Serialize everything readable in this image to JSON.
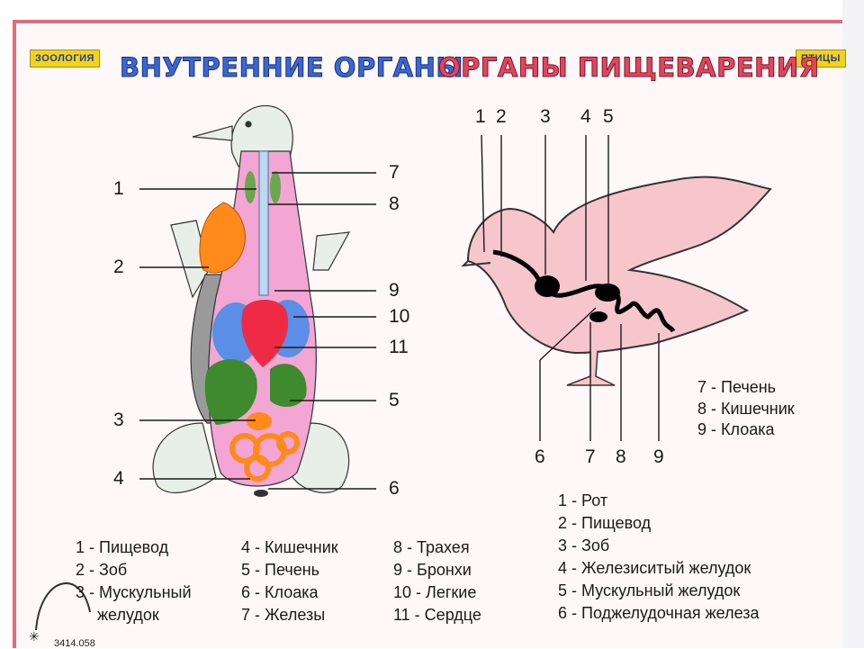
{
  "header": {
    "left_tag": "ЗООЛОГИЯ",
    "right_tag": "ПТИЦЫ",
    "title_left": "ВНУТРЕННИЕ ОРГАНЫ",
    "title_right": "ОРГАНЫ ПИЩЕВАРЕНИЯ"
  },
  "left_diagram": {
    "numbers": [
      "1",
      "2",
      "3",
      "4",
      "7",
      "8",
      "9",
      "10",
      "11",
      "5",
      "6"
    ],
    "legend": [
      "1 - Пищевод",
      "2 - Зоб",
      "3 - Мускульный",
      "желудок",
      "4 - Кишечник",
      "5 - Печень",
      "6 - Клоака",
      "7 - Железы",
      "8 - Трахея",
      "9 - Бронхи",
      "10 - Легкие",
      "11 - Сердце"
    ]
  },
  "right_diagram": {
    "top_numbers": [
      "1",
      "2",
      "3",
      "4",
      "5"
    ],
    "bottom_numbers": [
      "6",
      "7",
      "8",
      "9"
    ],
    "side_legend": [
      "7 - Печень",
      "8 - Кишечник",
      "9 - Клоака"
    ],
    "legend": [
      "1 - Рот",
      "2 - Пищевод",
      "3 - Зоб",
      "4 - Железиситый желудок",
      "5 - Мускульный желудок",
      "6 - Поджелудочная железа"
    ]
  },
  "footer": {
    "code": "3414.058"
  },
  "colors": {
    "border": "#e56a7c",
    "title_blue": "#3a67d6",
    "title_red": "#e2465f",
    "tag_yellow": "#f2d21c",
    "body_pink": "#f3a6d3",
    "crop_orange": "#ff8a1c",
    "lungs_blue": "#5b8ee6",
    "heart_red": "#ee2a45",
    "liver_green": "#3f8a2e",
    "bird_pink": "#f7c6cc"
  }
}
